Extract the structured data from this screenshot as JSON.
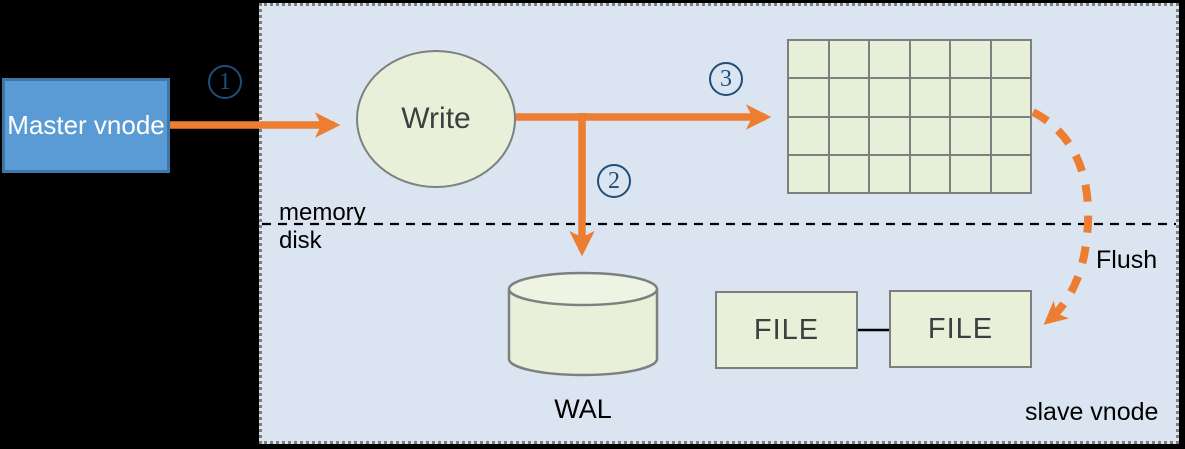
{
  "diagram": {
    "type": "architecture-flow",
    "description_visible_only": false
  },
  "master_node": {
    "label": "Master vnode"
  },
  "write_node": {
    "label": "Write"
  },
  "wal": {
    "label": "WAL"
  },
  "files": [
    {
      "label": "FILE"
    },
    {
      "label": "FILE"
    }
  ],
  "flush": {
    "label": "Flush"
  },
  "zones": {
    "memory_label": "memory",
    "disk_label": "disk",
    "slave_label": "slave vnode"
  },
  "steps": [
    "1",
    "2",
    "3"
  ],
  "memtable": {
    "rows": 4,
    "cols": 6
  },
  "colors": {
    "background": "#000000",
    "panel_bg": "#dbe5f2",
    "panel_border": "#7f7f7f",
    "shape_green": "#e9f0da",
    "shape_border": "#7f7f7f",
    "master_blue": "#5b9bd5",
    "master_border": "#3f76a8",
    "arrow_orange": "#ed7d31",
    "step_blue": "#1f4e79",
    "divider_black": "#000000"
  }
}
